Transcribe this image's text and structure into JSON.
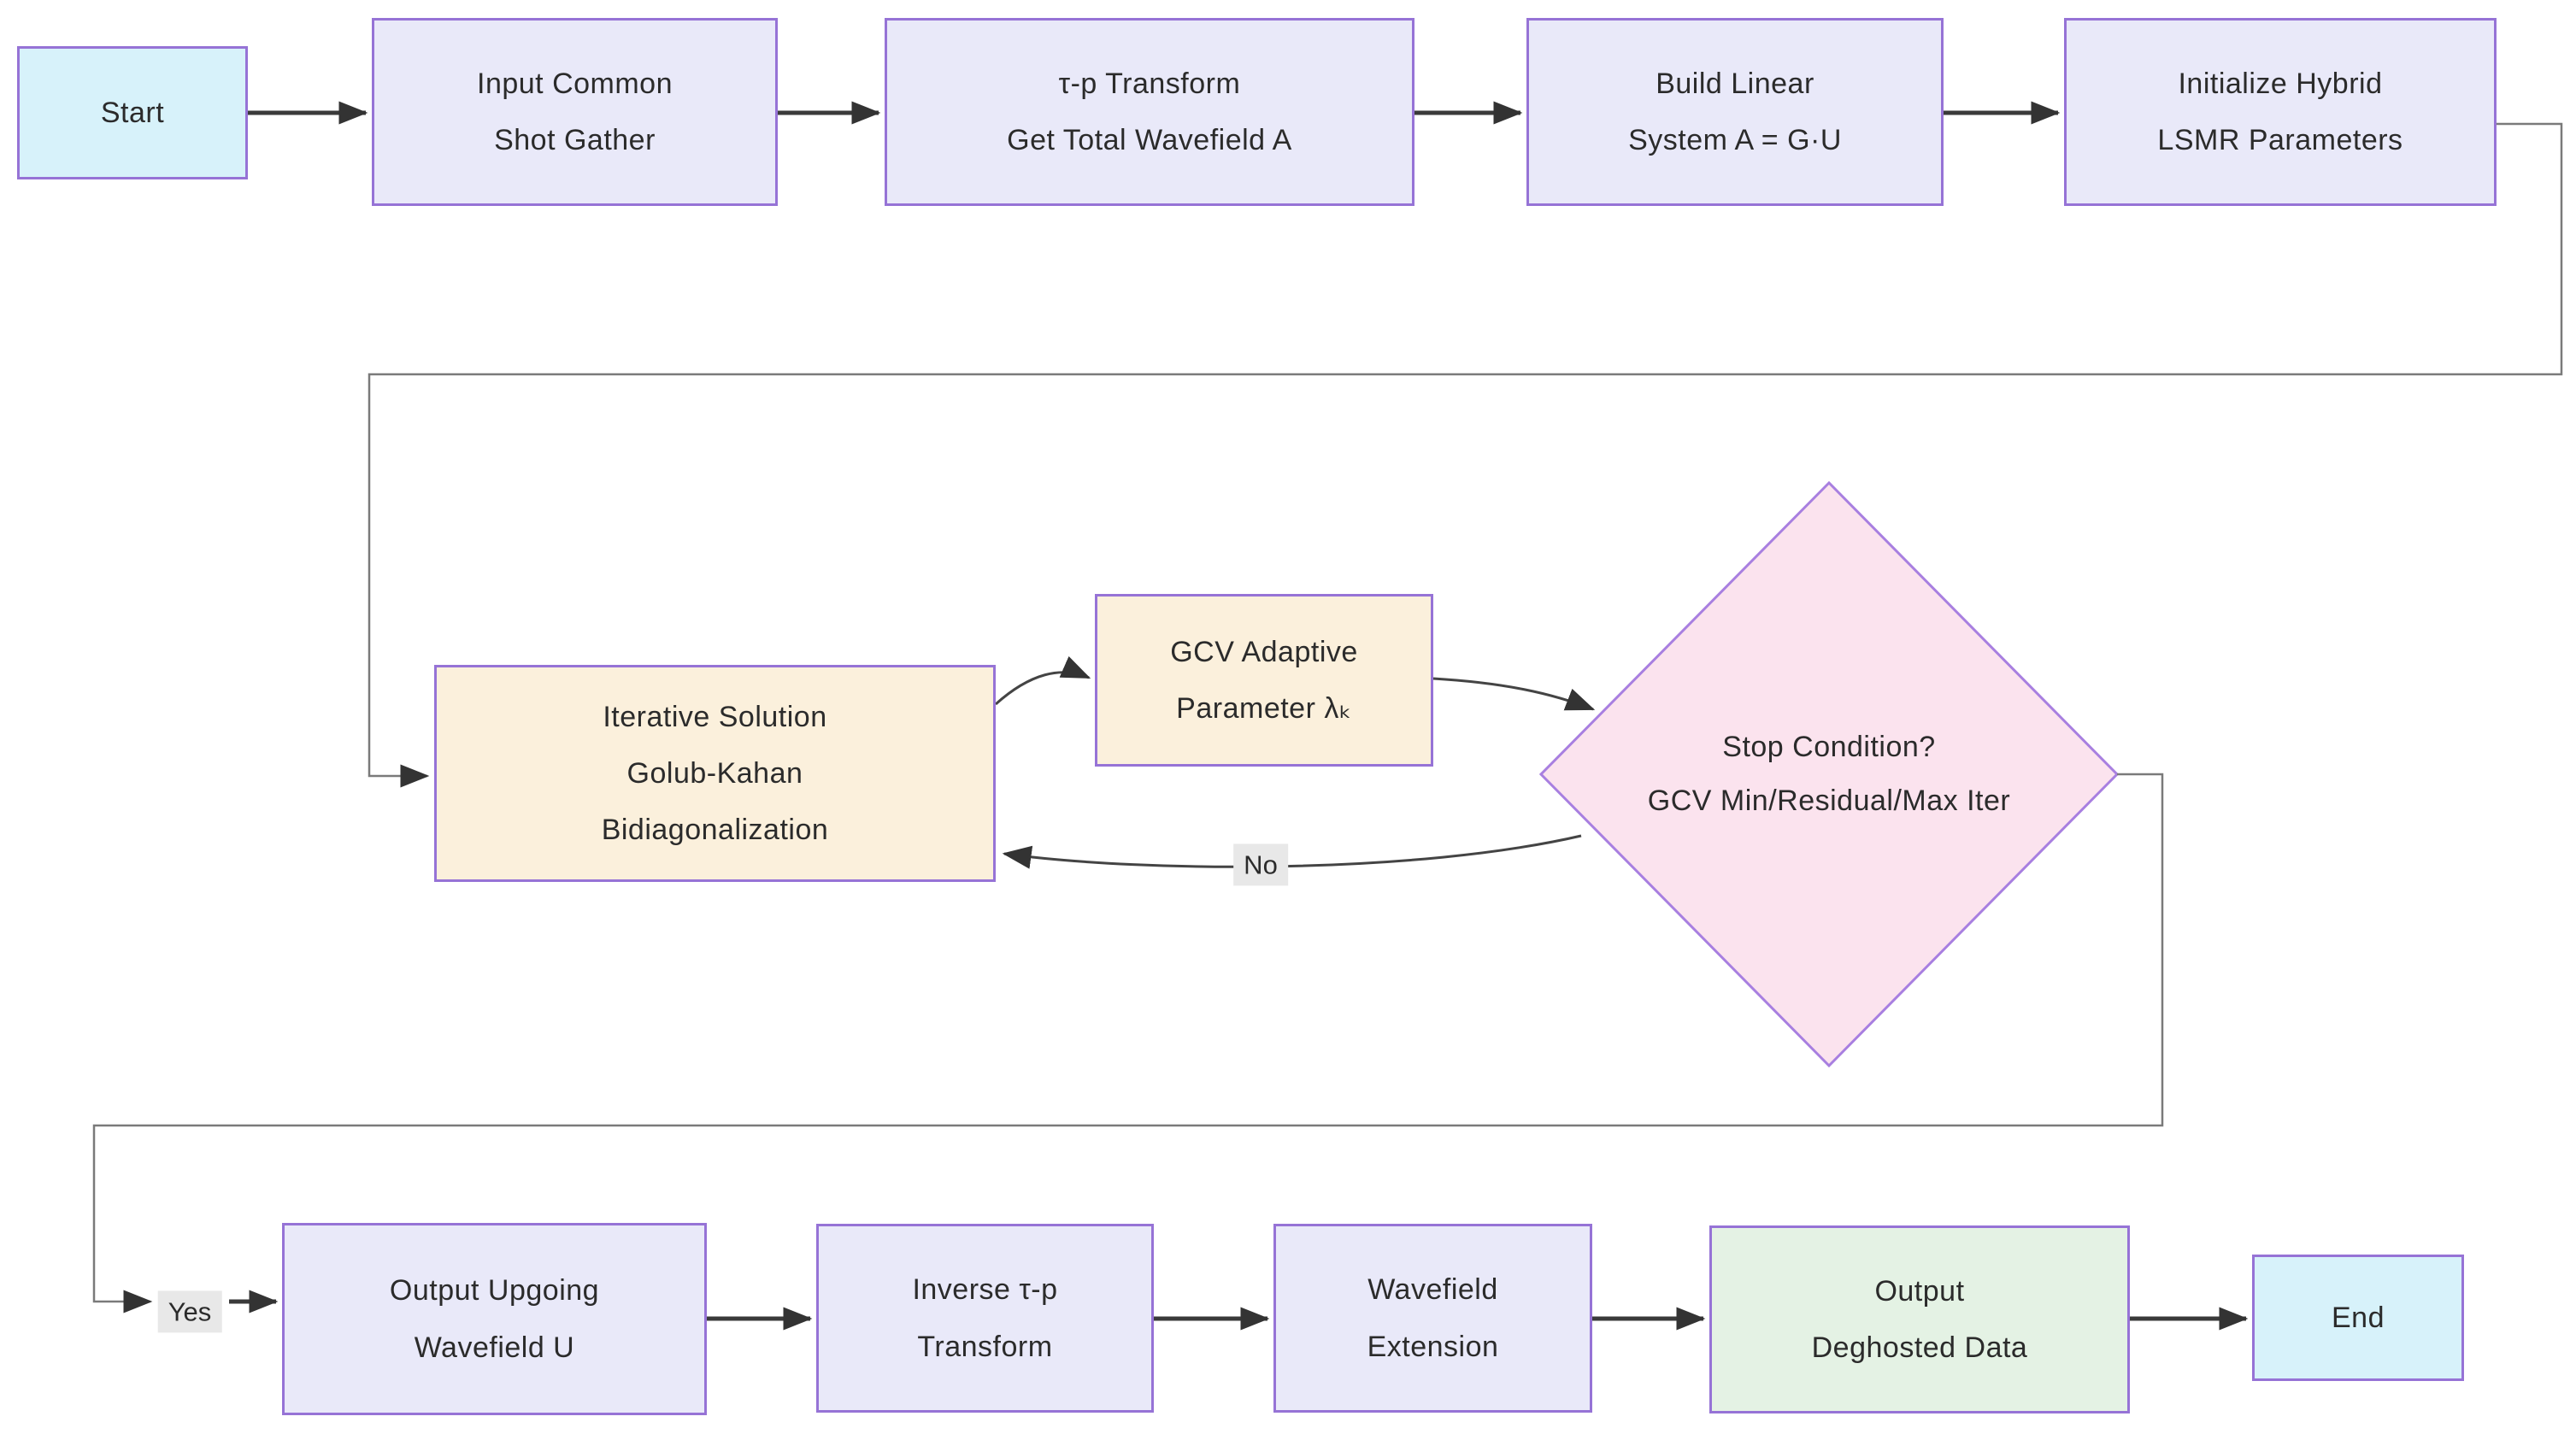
{
  "diagram": {
    "type": "flowchart",
    "nodes": {
      "start": {
        "label": "Start",
        "shape": "rect",
        "role": "terminal"
      },
      "input_gather": {
        "label": "Input Common\nShot Gather",
        "shape": "rect",
        "role": "process"
      },
      "tau_p": {
        "label": "τ-p Transform\nGet Total Wavefield A",
        "shape": "rect",
        "role": "process"
      },
      "build_system": {
        "label": "Build Linear\nSystem A = G·U",
        "shape": "rect",
        "role": "process"
      },
      "init_lsmr": {
        "label": "Initialize Hybrid\nLSMR Parameters",
        "shape": "rect",
        "role": "process"
      },
      "iterative": {
        "label": "Iterative Solution\nGolub-Kahan\nBidiagonalization",
        "shape": "rect",
        "role": "loop-step"
      },
      "gcv": {
        "label": "GCV Adaptive\nParameter λₖ",
        "shape": "rect",
        "role": "loop-step"
      },
      "stop": {
        "label": "Stop Condition?\nGCV Min/Residual/Max Iter",
        "shape": "diamond",
        "role": "decision"
      },
      "output_u": {
        "label": "Output Upgoing\nWavefield U",
        "shape": "rect",
        "role": "process"
      },
      "inverse_tau": {
        "label": "Inverse τ-p\nTransform",
        "shape": "rect",
        "role": "process"
      },
      "wave_ext": {
        "label": "Wavefield\nExtension",
        "shape": "rect",
        "role": "process"
      },
      "deghosted": {
        "label": "Output\nDeghosted Data",
        "shape": "rect",
        "role": "output"
      },
      "end": {
        "label": "End",
        "shape": "rect",
        "role": "terminal"
      }
    },
    "edge_labels": {
      "yes": "Yes",
      "no": "No"
    },
    "colors": {
      "terminal_fill": "#d7f2fa",
      "process_fill": "#e9e9f9",
      "loop_step_fill": "#fbf0dc",
      "decision_fill": "#fbe3ee",
      "output_fill": "#e4f2e4",
      "node_border": "#9673d6",
      "edge_dark": "#3a3a3a",
      "edge_light": "#7a7a7a",
      "edge_label_bg": "#e8e8e8",
      "text": "#2b2b2b"
    }
  }
}
